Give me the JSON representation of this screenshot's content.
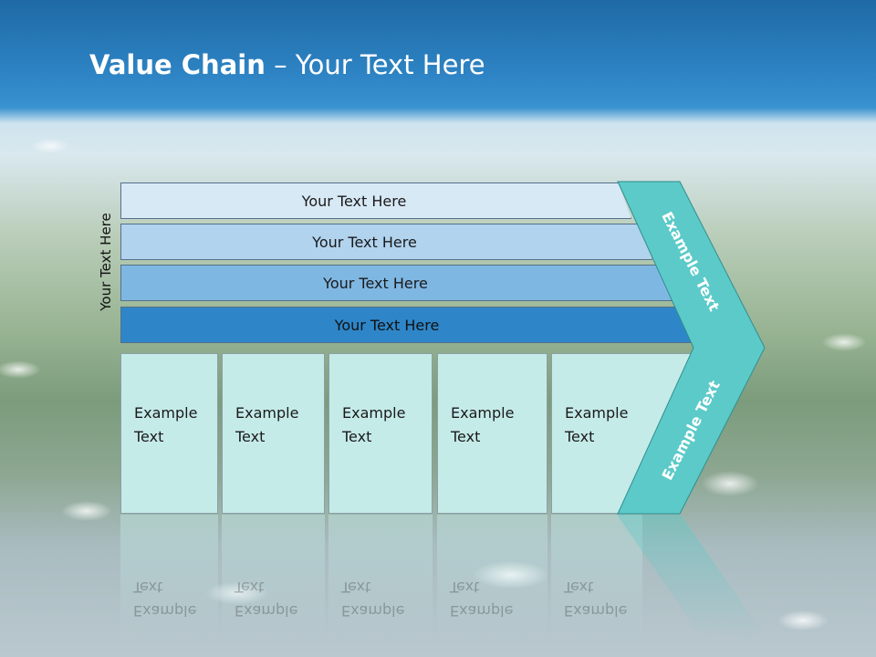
{
  "slide": {
    "title_bold": "Value Chain",
    "title_rest": " – Your Text Here",
    "side_label": "Your Text Here"
  },
  "bars": [
    {
      "label": "Your Text Here",
      "color": "#d8e9f6"
    },
    {
      "label": "Your Text Here",
      "color": "#b1d3ee"
    },
    {
      "label": "Your Text Here",
      "color": "#7fb7e3"
    },
    {
      "label": "Your Text Here",
      "color": "#2e86c9"
    }
  ],
  "boxes": [
    {
      "line1": "Example",
      "line2": "Text"
    },
    {
      "line1": "Example",
      "line2": "Text"
    },
    {
      "line1": "Example",
      "line2": "Text"
    },
    {
      "line1": "Example",
      "line2": "Text"
    },
    {
      "line1": "Example",
      "line2": "Text"
    }
  ],
  "chevron": {
    "top_label": "Example Text",
    "bottom_label": "Example Text",
    "color": "#5ccac8"
  },
  "colors": {
    "sky": "#2d83c3",
    "box_fill": "#c5ebe9",
    "title_text": "#ffffff"
  }
}
